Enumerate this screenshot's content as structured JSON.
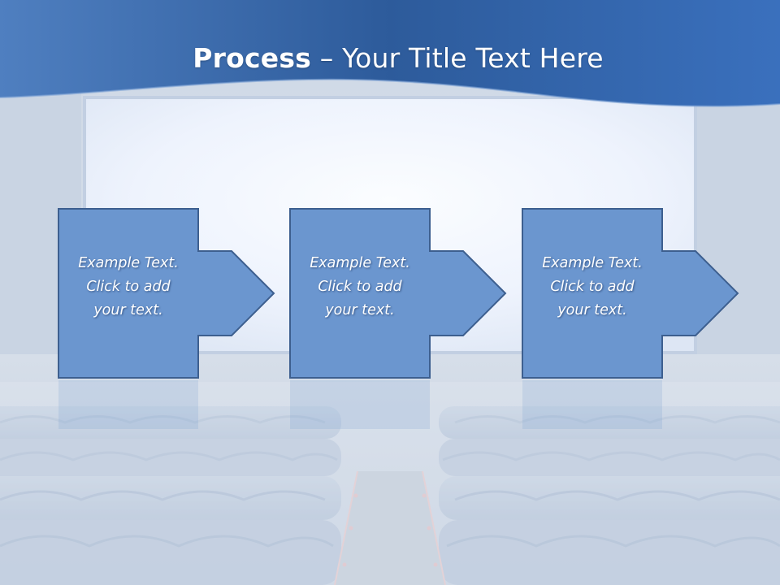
{
  "slide": {
    "title_bold": "Process",
    "title_rest": " – Your Title Text Here"
  },
  "steps": [
    {
      "lines": [
        "Example Text.",
        "Click  to add",
        "your text."
      ]
    },
    {
      "lines": [
        "Example Text.",
        "Click  to add",
        "your text."
      ]
    },
    {
      "lines": [
        "Example Text.",
        "Click  to add",
        "your text."
      ]
    }
  ],
  "colors": {
    "banner": "#2f5f9e",
    "shape_fill": "#6b96cf",
    "shape_stroke": "#3d5f8f",
    "screen": "#eef3fd"
  }
}
